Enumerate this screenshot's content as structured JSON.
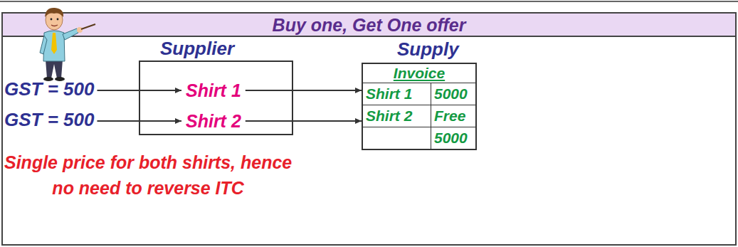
{
  "diagram": {
    "title": "Buy one, Get One offer",
    "nodes": [
      {
        "text": [
          "Supplier"
        ]
      },
      {
        "text": [
          "Supply",
          "Invoice"
        ]
      }
    ],
    "edges": [
      {
        "from": 0,
        "to": 1,
        "arrow": "to"
      },
      {
        "from": 0,
        "to": 1,
        "arrow": "to"
      }
    ],
    "labels": [
      "GST = 500",
      "Shirt 1",
      "GST = 500",
      "Shirt 2",
      "Shirt 1",
      "5000",
      "Shirt 2",
      "Free",
      "5000",
      "Single price for both shirts, hence",
      "no need to reverse ITC"
    ]
  }
}
